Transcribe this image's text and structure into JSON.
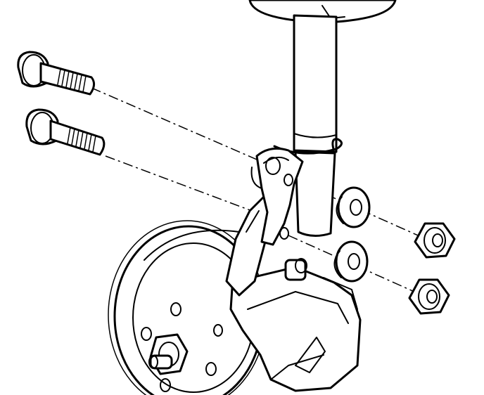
{
  "diagram": {
    "parts": [
      {
        "id": "upper-bolt",
        "icon": "bolt-icon"
      },
      {
        "id": "lower-bolt",
        "icon": "bolt-icon"
      },
      {
        "id": "strut-assembly",
        "icon": "strut-icon"
      },
      {
        "id": "knuckle",
        "icon": "steering-knuckle-icon"
      },
      {
        "id": "upper-washer",
        "icon": "washer-icon"
      },
      {
        "id": "lower-washer",
        "icon": "washer-icon"
      },
      {
        "id": "upper-nut",
        "icon": "hex-nut-icon"
      },
      {
        "id": "lower-nut",
        "icon": "hex-nut-icon"
      },
      {
        "id": "brake-rotor",
        "icon": "brake-rotor-icon"
      },
      {
        "id": "brake-caliper",
        "icon": "brake-caliper-icon"
      },
      {
        "id": "wheel-hub",
        "icon": "hub-nut-icon"
      }
    ]
  }
}
